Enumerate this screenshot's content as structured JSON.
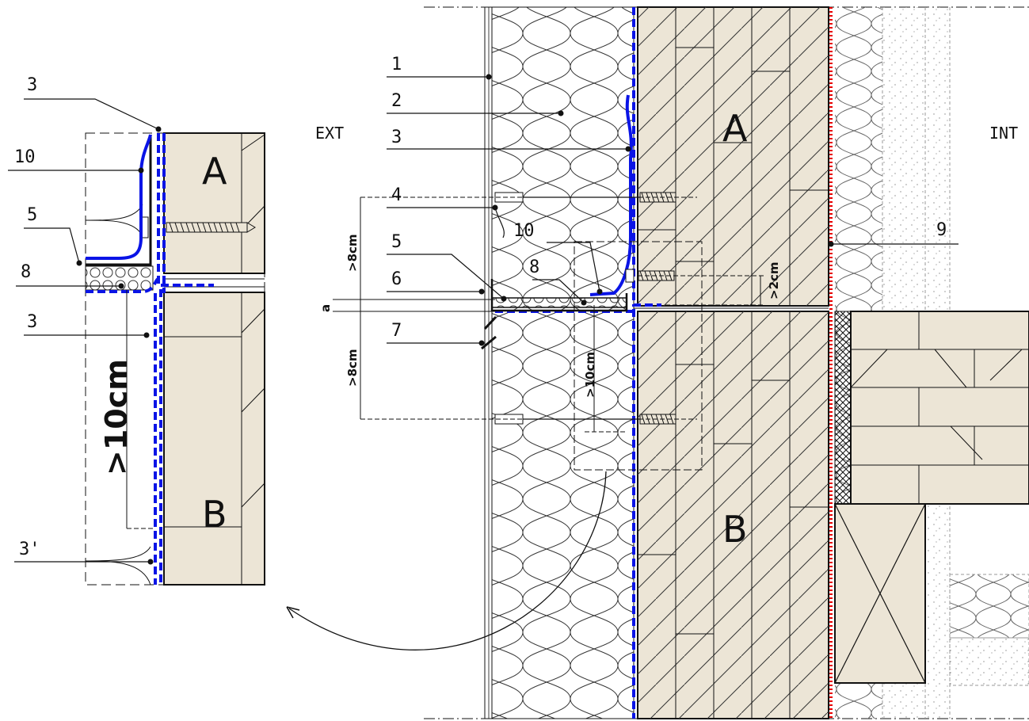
{
  "sides": {
    "exterior": "EXT",
    "interior": "INT"
  },
  "blocks": {
    "upper": "A",
    "lower": "B"
  },
  "main_callouts": [
    "1",
    "2",
    "3",
    "4",
    "5",
    "6",
    "7",
    "8",
    "9",
    "10"
  ],
  "detail_callouts": [
    "3",
    "10",
    "5",
    "8",
    "3",
    "3'"
  ],
  "dimensions": {
    "upper_gap": ">8cm",
    "lower_gap": ">8cm",
    "joint": "a",
    "screw_clearance": ">2cm",
    "overlap_main": ">10cm",
    "overlap_detail": ">10cm"
  },
  "colors": {
    "membrane_blue": "#0a14e6",
    "vapour_red": "#e60000",
    "wood": "#ece5d6"
  }
}
